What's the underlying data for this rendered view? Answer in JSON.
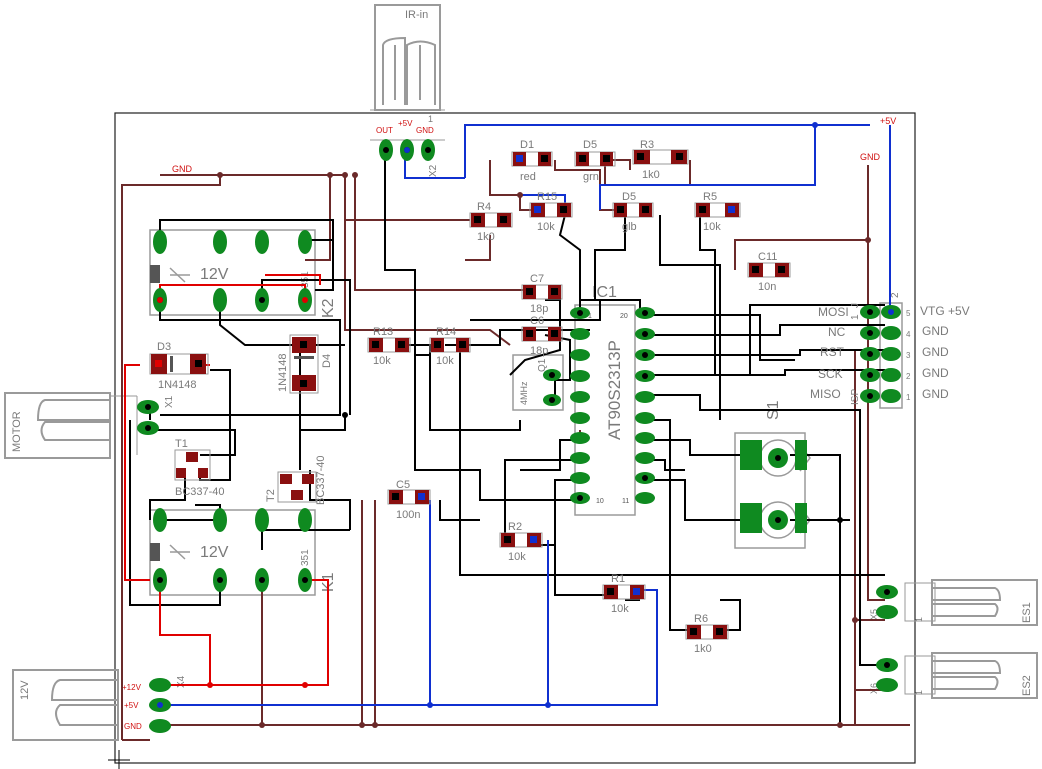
{
  "colors": {
    "board_outline": "#202020",
    "trace_brown": "#6b2a2a",
    "trace_black": "#000000",
    "trace_red": "#e00000",
    "trace_blue": "#1030d0",
    "pad_green": "#0f8a20",
    "smd_red": "#8a1010",
    "silk_gray": "#9a9a9a"
  },
  "connectors": {
    "ir_in": {
      "title": "IR-in",
      "pin_out": "OUT",
      "pin_5v": "+5V",
      "pin_gnd": "GND",
      "pin1": "1",
      "ref": "X2"
    },
    "motor": {
      "title": "MOTOR",
      "ref": "X1"
    },
    "power": {
      "title": "12V",
      "pin_12v": "+12V",
      "pin_5v": "+5V",
      "pin_gnd": "GND",
      "ref": "X4"
    },
    "es1": {
      "title": "ES1",
      "ref": "X5",
      "pin": "1"
    },
    "es2": {
      "title": "ES2",
      "ref": "X6",
      "pin": "1"
    },
    "isp": {
      "ref": "ISP",
      "j": "J",
      "pin1": "1",
      "pin2": "2",
      "pins": [
        {
          "name": "MOSI",
          "num": "5",
          "right": "VTG +5V"
        },
        {
          "name": "NC",
          "num": "4",
          "right": "GND"
        },
        {
          "name": "RST",
          "num": "3",
          "right": "GND"
        },
        {
          "name": "SCK",
          "num": "2",
          "right": "GND"
        },
        {
          "name": "MISO",
          "num": "1",
          "right": "GND"
        }
      ]
    }
  },
  "net_labels": {
    "gnd_left": "GND",
    "vcc_right": "+5V",
    "gnd_right": "GND"
  },
  "relays": [
    {
      "voltage": "12V",
      "code": "351",
      "ref": "K2"
    },
    {
      "voltage": "12V",
      "code": "351",
      "ref": "K1"
    }
  ],
  "components": {
    "d1": {
      "ref": "D1",
      "value": "red"
    },
    "d5a": {
      "ref": "D5",
      "value": "grn"
    },
    "r3": {
      "ref": "R3",
      "value": "1k0"
    },
    "r15": {
      "ref": "R15",
      "value": "10k"
    },
    "d5b": {
      "ref": "D5",
      "value": "glb"
    },
    "r5": {
      "ref": "R5",
      "value": "10k"
    },
    "r4": {
      "ref": "R4",
      "value": "1k0"
    },
    "c11": {
      "ref": "C11",
      "value": "10n"
    },
    "c7": {
      "ref": "C7",
      "value": "18p"
    },
    "c6": {
      "ref": "C6",
      "value": "18p"
    },
    "q1": {
      "ref": "Q1",
      "value": "4MHz"
    },
    "r13": {
      "ref": "R13",
      "value": "10k"
    },
    "r14": {
      "ref": "R14",
      "value": "10k"
    },
    "d3": {
      "ref": "D3",
      "value": "1N4148"
    },
    "d4": {
      "ref": "D4",
      "value": "1N4148"
    },
    "t1": {
      "ref": "T1",
      "value": "BC337-40"
    },
    "t2": {
      "ref": "T2",
      "value": "BC337-40"
    },
    "c5": {
      "ref": "C5",
      "value": "100n"
    },
    "r2": {
      "ref": "R2",
      "value": "10k"
    },
    "r1": {
      "ref": "R1",
      "value": "10k"
    },
    "r6": {
      "ref": "R6",
      "value": "1k0"
    },
    "s1": {
      "ref": "S1"
    }
  },
  "ic1": {
    "ref": "IC1",
    "part": "AT90S2313P",
    "pin1": "1",
    "pin10": "10",
    "pin11": "11",
    "pin20": "20"
  }
}
